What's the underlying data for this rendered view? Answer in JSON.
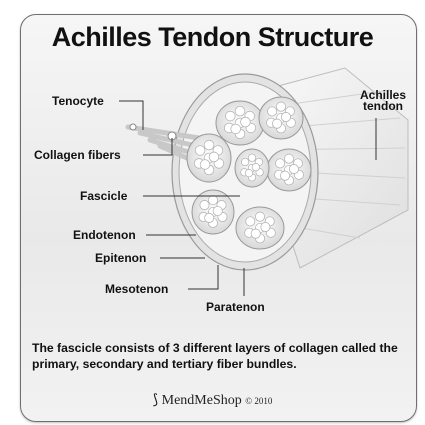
{
  "title": "Achilles Tendon Structure",
  "labels": {
    "tenocyte": "Tenocyte",
    "collagen_fibers": "Collagen fibers",
    "fascicle": "Fascicle",
    "endotenon": "Endotenon",
    "epitenon": "Epitenon",
    "mesotenon": "Mesotenon",
    "paratenon": "Paratenon",
    "achilles_tendon_line1": "Achilles",
    "achilles_tendon_line2": "tendon"
  },
  "caption": "The fascicle consists of 3 different layers of collagen called the primary, secondary and tertiary fiber bundles.",
  "brand": {
    "name": "MendMeShop",
    "copyright": "© 2010"
  }
}
